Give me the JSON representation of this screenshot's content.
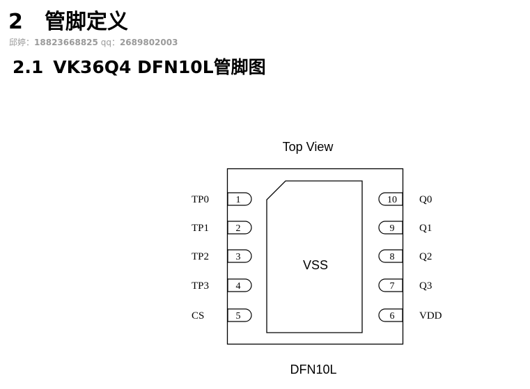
{
  "heading1": {
    "number": "2",
    "title": "管脚定义"
  },
  "contact": {
    "name_label": "邱婷：",
    "phone": "18823668825",
    "qq_label": "qq：",
    "qq": "2689802003"
  },
  "heading2": {
    "number": "2.1",
    "title": "VK36Q4 DFN10L管脚图"
  },
  "diagram": {
    "view_label": "Top View",
    "center_label": "VSS",
    "package_label": "DFN10L",
    "left_pins": [
      {
        "name": "TP0",
        "number": "1"
      },
      {
        "name": "TP1",
        "number": "2"
      },
      {
        "name": "TP2",
        "number": "3"
      },
      {
        "name": "TP3",
        "number": "4"
      },
      {
        "name": "CS",
        "number": "5"
      }
    ],
    "right_pins": [
      {
        "name": "Q0",
        "number": "10"
      },
      {
        "name": "Q1",
        "number": "9"
      },
      {
        "name": "Q2",
        "number": "8"
      },
      {
        "name": "Q3",
        "number": "7"
      },
      {
        "name": "VDD",
        "number": "6"
      }
    ]
  }
}
